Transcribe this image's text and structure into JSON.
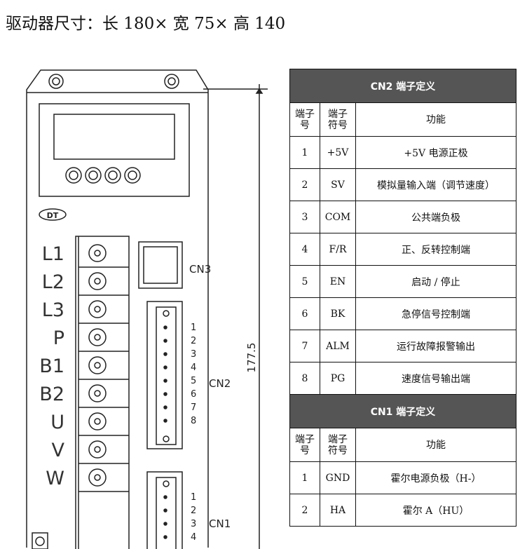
{
  "title": "驱动器尺寸：长 180× 宽 75× 高 140",
  "drawing": {
    "dimension": "177.5",
    "logo": "DT",
    "power_terminals": [
      "L1",
      "L2",
      "L3",
      "P",
      "B1",
      "B2",
      "U",
      "V",
      "W"
    ],
    "cn3_label": "CN3",
    "cn2_label": "CN2",
    "cn1_label": "CN1",
    "cn2_pins": [
      "1",
      "2",
      "3",
      "4",
      "5",
      "6",
      "7",
      "8"
    ],
    "cn1_pins": [
      "1",
      "2",
      "3",
      "4"
    ]
  },
  "table": {
    "cn2_title": "CN2 端子定义",
    "col_terminal_no": "端子\n号",
    "col_terminal_symbol": "端子\n符号",
    "col_function": "功能",
    "cn2_rows": [
      {
        "no": "1",
        "symbol": "+5V",
        "function": "+5V 电源正极"
      },
      {
        "no": "2",
        "symbol": "SV",
        "function": "模拟量输入端（调节速度）"
      },
      {
        "no": "3",
        "symbol": "COM",
        "function": "公共端负极"
      },
      {
        "no": "4",
        "symbol": "F/R",
        "function": "正、反转控制端"
      },
      {
        "no": "5",
        "symbol": "EN",
        "function": "启动 / 停止"
      },
      {
        "no": "6",
        "symbol": "BK",
        "function": "急停信号控制端"
      },
      {
        "no": "7",
        "symbol": "ALM",
        "function": "运行故障报警输出"
      },
      {
        "no": "8",
        "symbol": "PG",
        "function": "速度信号输出端"
      }
    ],
    "cn1_title": "CN1 端子定义",
    "cn1_rows": [
      {
        "no": "1",
        "symbol": "GND",
        "function": "霍尔电源负极（H-）"
      },
      {
        "no": "2",
        "symbol": "HA",
        "function": "霍尔 A（HU）"
      }
    ]
  }
}
